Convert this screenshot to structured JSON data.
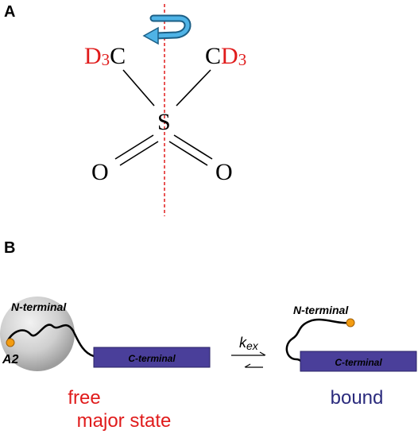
{
  "panel_a": {
    "label": "A",
    "atoms": {
      "sulfur": "S",
      "oxygen_left": "O",
      "oxygen_right": "O",
      "left_group": {
        "d": "D",
        "sub": "3",
        "c": "C"
      },
      "right_group": {
        "c": "C",
        "d": "D",
        "sub": "3"
      }
    },
    "colors": {
      "deuterium": "#e01b1b",
      "axis": "#e01b1b",
      "rotation_arrow": "#3399cc",
      "bond": "#000000"
    }
  },
  "panel_b": {
    "label": "B",
    "free": {
      "n_terminal": "N-terminal",
      "c_terminal": "C-terminal",
      "residue": "A2",
      "state_line1": "free",
      "state_line2": "major state"
    },
    "bound": {
      "n_terminal": "N-terminal",
      "c_terminal": "C-terminal",
      "state": "bound"
    },
    "exchange": {
      "k": "k",
      "sub": "ex"
    },
    "colors": {
      "free_text": "#e01b1b",
      "bound_text": "#2b2b7d",
      "c_terminal_box": "#4a3f9a",
      "residue_dot": "#f39c12"
    }
  }
}
